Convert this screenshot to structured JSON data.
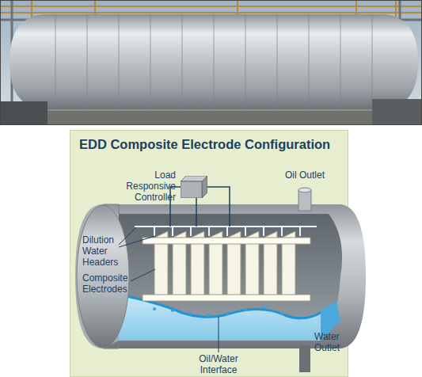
{
  "diagram": {
    "title": "EDD Composite Electrode Configuration",
    "nodes": [
      {
        "text": [
          "Load Responsive Controller"
        ]
      }
    ],
    "labels": [
      "Oil Outlet",
      "Dilution Water Headers",
      "Composite Electrodes",
      "Oil/Water Interface",
      "Water Outlet"
    ]
  }
}
